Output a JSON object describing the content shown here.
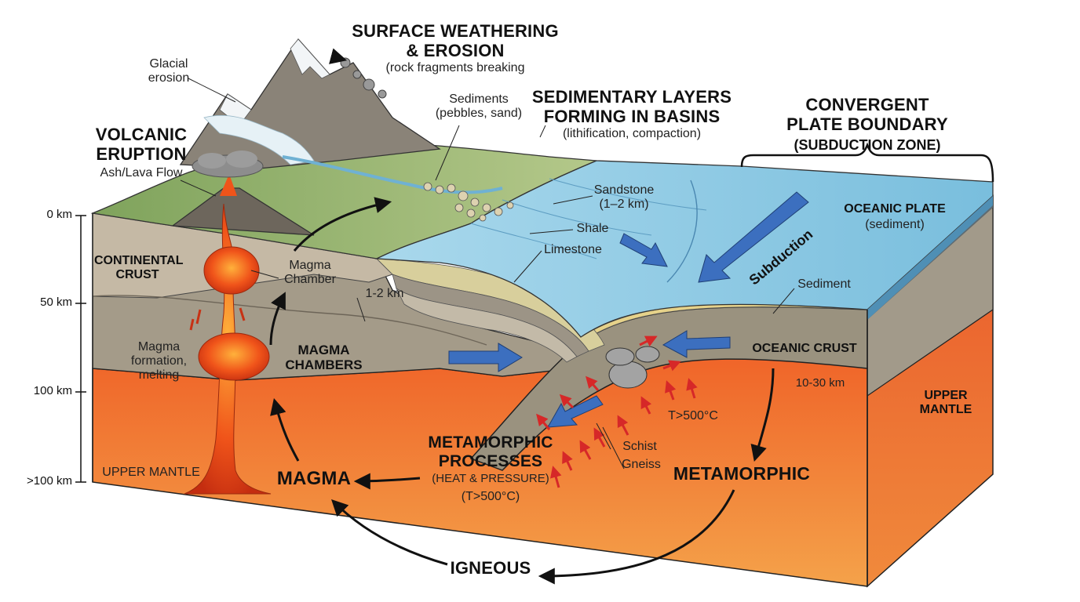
{
  "headings": {
    "weathering_title_l1": "SURFACE WEATHERING",
    "weathering_title_l2": "& EROSION",
    "weathering_sub": "(rock fragments breaking",
    "sedimentary_title_l1": "SEDIMENTARY LAYERS",
    "sedimentary_title_l2": "FORMING IN BASINS",
    "sedimentary_sub": "(lithification, compaction)",
    "convergent_l1": "CONVERGENT",
    "convergent_l2": "PLATE BOUNDARY",
    "convergent_l3": "(SUBDUCTION ZONE)",
    "volcanic_l1": "VOLCANIC",
    "volcanic_l2": "ERUPTION",
    "volcanic_sub": "Ash/Lava Flow"
  },
  "labels": {
    "glacial_l1": "Glacial",
    "glacial_l2": "erosion",
    "sediments_l1": "Sediments",
    "sediments_l2": "(pebbles, sand)",
    "sandstone_l1": "Sandstone",
    "sandstone_l2": "(1–2 km)",
    "shale": "Shale",
    "limestone": "Limestone",
    "continental_l1": "CONTINENTAL",
    "continental_l2": "CRUST",
    "magma_chamber_l1": "Magma",
    "magma_chamber_l2": "Chamber",
    "thickness_1_2": "1-2 km",
    "magma_formation_l1": "Magma",
    "magma_formation_l2": "formation,",
    "magma_formation_l3": "melting",
    "magma_chambers_l1": "MAGMA",
    "magma_chambers_l2": "CHAMBERS",
    "oceanic_plate": "OCEANIC PLATE",
    "oceanic_plate_sub": "(sediment)",
    "subduction": "Subduction",
    "sediment": "Sediment",
    "oceanic_crust": "OCEANIC CRUST",
    "oceanic_crust_thickness": "10-30 km",
    "temp_right": "T>500°C",
    "schist": "Schist",
    "gneiss": "Gneiss",
    "upper_mantle_right_l1": "UPPER",
    "upper_mantle_right_l2": "MANTLE",
    "upper_mantle_left": "UPPER MANTLE",
    "metamorphic_proc_l1": "METAMORPHIC",
    "metamorphic_proc_l2": "PROCESSES",
    "metamorphic_proc_l3": "(HEAT & PRESSURE)",
    "metamorphic_proc_l4": "(T>500°C)",
    "magma": "MAGMA",
    "metamorphic": "METAMORPHIC",
    "igneous": "IGNEOUS"
  },
  "depth_axis": [
    "0 km",
    "50 km",
    "100 km",
    ">100 km"
  ],
  "colors": {
    "mantle": "#ec6a2c",
    "mantle_dark": "#d5521f",
    "crust_upper": "#b9ad9b",
    "crust_lower": "#9d9483",
    "ocean": "#8ccbe4",
    "ocean_deep": "#6fb4d6",
    "land": "#8fae6a",
    "mountain": "#8a8378",
    "snow": "#f2f5f7",
    "lava": "#f0541a",
    "sand": "#e6d28a",
    "arrow_blue": "#3c6fbf",
    "arrow_red": "#d62828"
  }
}
